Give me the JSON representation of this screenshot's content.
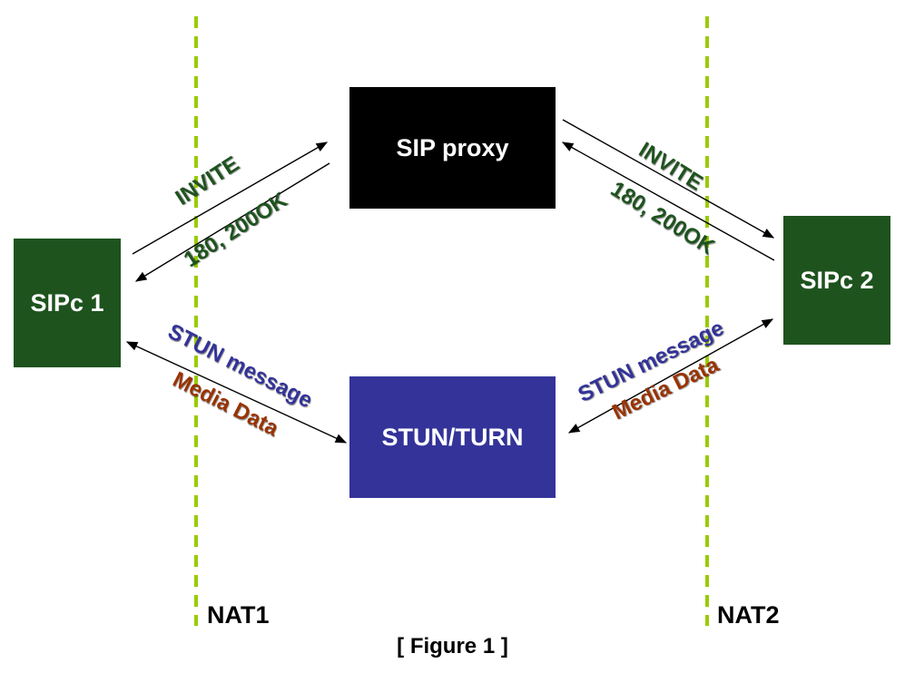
{
  "nodes": {
    "sip_proxy": "SIP proxy",
    "stun_turn": "STUN/TURN",
    "sipc1": "SIPc 1",
    "sipc2": "SIPc 2"
  },
  "nat_labels": {
    "nat1": "NAT1",
    "nat2": "NAT2"
  },
  "messages": {
    "invite_left": "INVITE",
    "ok_left": "180, 200OK",
    "invite_right": "INVITE",
    "ok_right": "180, 200OK",
    "stun_left": "STUN message",
    "media_left": "Media Data",
    "stun_right": "STUN message",
    "media_right": "Media Data"
  },
  "caption": "[ Figure 1 ]",
  "colors": {
    "sip_proxy": "#000000",
    "stun_turn": "#333399",
    "sipc": "#1e531e",
    "nat_line": "#99cc00",
    "sip_text": "#1e531e",
    "stun_text": "#333399",
    "media_text": "#993300"
  }
}
